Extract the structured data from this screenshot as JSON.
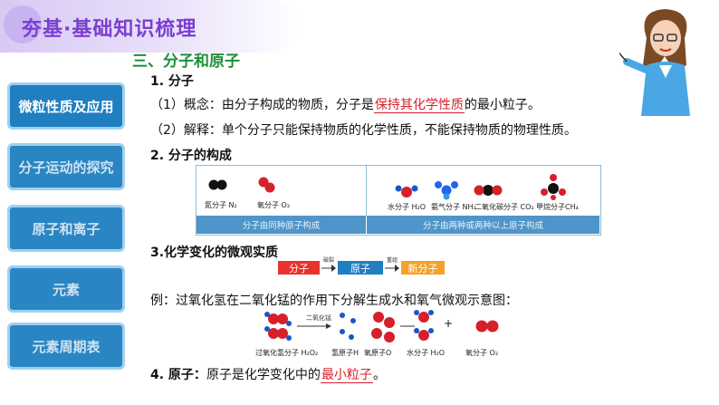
{
  "header": {
    "title": "夯基·基础知识梳理"
  },
  "section_title": "三、分子和原子",
  "sidebar": {
    "items": [
      {
        "label": "微粒性质及应用"
      },
      {
        "label": "分子运动的探究"
      },
      {
        "label": "原子和离子"
      },
      {
        "label": "元素"
      },
      {
        "label": "元素周期表"
      }
    ]
  },
  "content": {
    "h1": "1. 分子",
    "concept_pre": "（1）概念：由分子构成的物质，分子是",
    "concept_key": "保持其化学性质",
    "concept_post": "的最小粒子。",
    "explain": "（2）解释：单个分子只能保持物质的化学性质，不能保持物质的物理性质。",
    "h2": "2. 分子的构成",
    "panel": {
      "left_molecules": [
        "氮分子 N₂",
        "氧分子 O₂"
      ],
      "right_molecules": [
        "水分子 H₂O",
        "氨气分子 NH₃",
        "二氧化碳分子 CO₂",
        "甲烷分子CH₄"
      ],
      "left_bar": "分子由同种原子构成",
      "right_bar": "分子由两种或两种以上原子构成"
    },
    "h3": "3.化学变化的微观实质",
    "flow": {
      "step1": "分子",
      "arrow1": "破裂",
      "step2": "原子",
      "arrow2": "重组",
      "step3": "新分子"
    },
    "example": "例：过氧化氢在二氧化锰的作用下分解生成水和氧气微观示意图：",
    "reaction": {
      "catalyst": "二氧化锰",
      "labels": [
        "过氧化氢分子 H₂O₂",
        "氢原子H",
        "氧原子O",
        "水分子 H₂O",
        "氧分子 O₂"
      ],
      "plus": "+"
    },
    "h4_pre": "4. 原子：",
    "h4_body": "原子是化学变化中的",
    "h4_key": "最小粒子",
    "h4_post": "。"
  }
}
